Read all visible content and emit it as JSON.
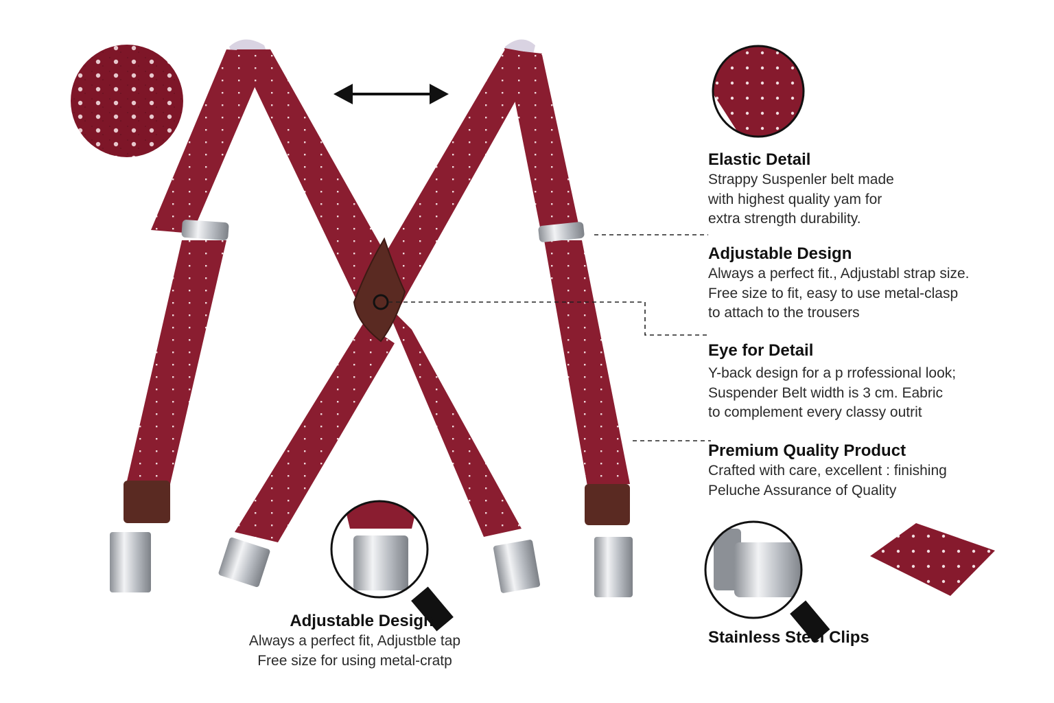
{
  "colors": {
    "fabric": "#8a1d30",
    "fabric_dark": "#6e1424",
    "leather": "#5a2a22",
    "metal": "#c9ccd1",
    "text": "#1a1a1a"
  },
  "icons": [
    "double-arrow-icon",
    "magnifier-icon"
  ],
  "features": {
    "elastic": {
      "title": "Elastic Detail",
      "lines": [
        "Strappy Suspenler belt made",
        "with highest quality yam for",
        "extra strength durability."
      ]
    },
    "adjustable": {
      "title": "Adjustable Design",
      "lines": [
        "Always a perfect fit., Adjustabl strap size.",
        "Free size to fit, easy to use metal-clasp",
        "to attach to the trousers"
      ]
    },
    "eye": {
      "title": "Eye for Detail",
      "lines": [
        "Y-back design for a p rrofessional look;",
        "Suspender Belt width is 3 cm. Eabric",
        "to complement every classy outrit"
      ]
    },
    "premium": {
      "title": "Premium Quality Product",
      "lines": [
        "Crafted with care, excellent : finishing",
        "Peluche Assurance of Quality"
      ]
    }
  },
  "bottom_adjustable": {
    "title": "Adjustable Design",
    "lines": [
      "Always a perfect fit, Adjustble tap",
      "Free size for using metal-cratp"
    ]
  },
  "clips": {
    "title": "Stainless Steel Clips"
  }
}
